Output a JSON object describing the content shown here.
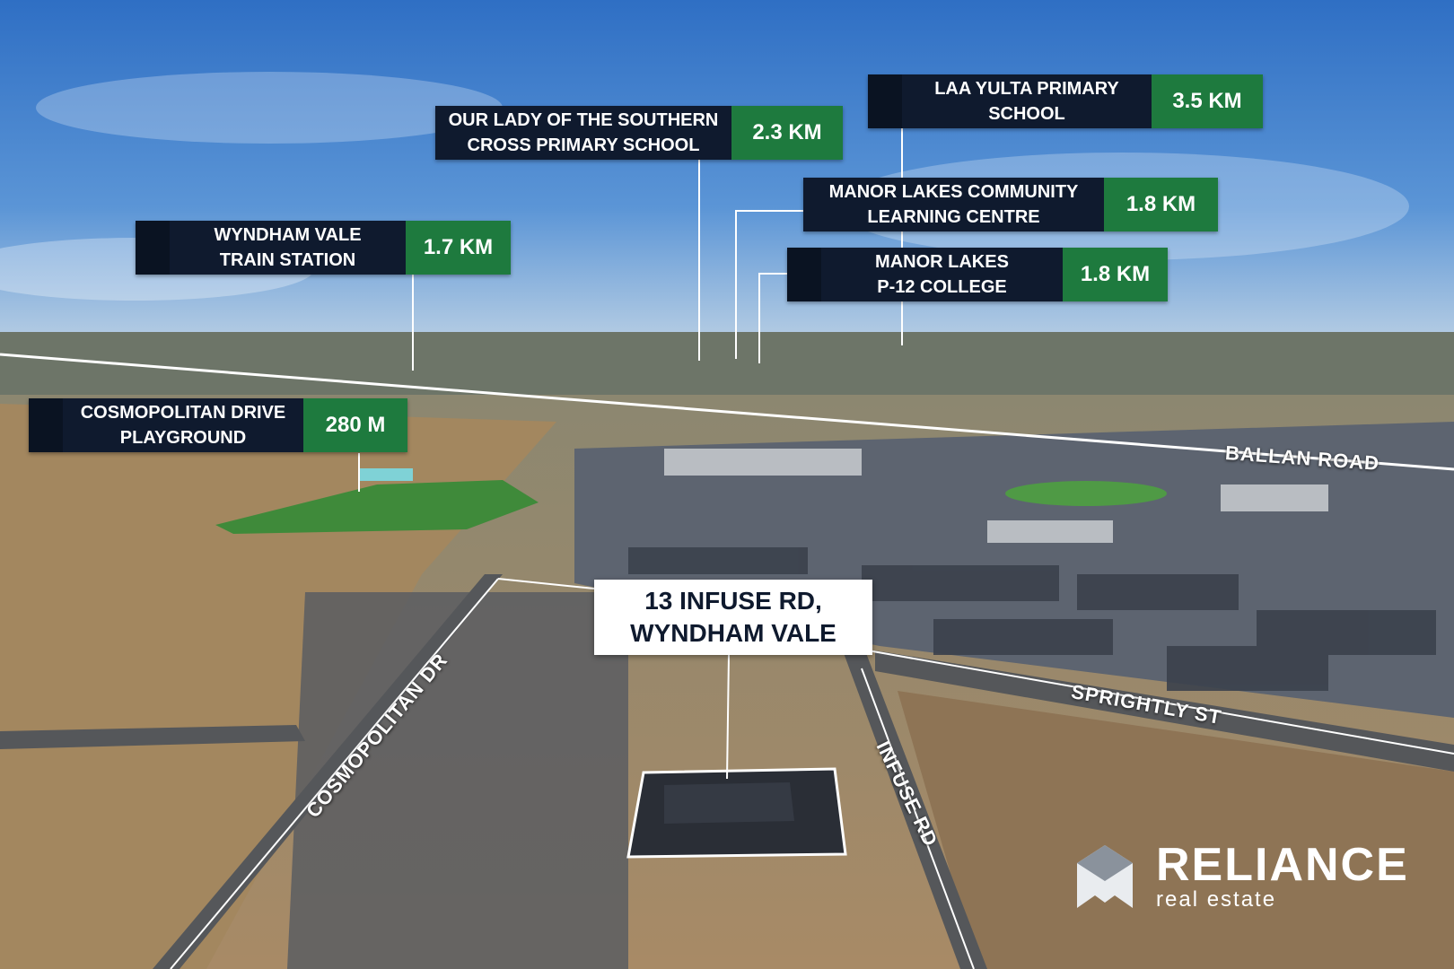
{
  "callouts": [
    {
      "name": "Our Lady of the Southern\nCross Primary School",
      "distance": "2.3 KM"
    },
    {
      "name": "LAA YULTA PRIMARY\nSCHOOL",
      "distance": "3.5 KM"
    },
    {
      "name": "MANOR LAKES COMMUNITY\nLEARNING CENTRE",
      "distance": "1.8 KM"
    },
    {
      "name": "WYNDHAM VALE\nTRAIN STATION",
      "distance": "1.7 KM"
    },
    {
      "name": "MANOR LAKES\nP-12 COLLEGE",
      "distance": "1.8 KM"
    },
    {
      "name": "COSMOPOLITAN DRIVE\nPLAYGROUND",
      "distance": "280 M"
    }
  ],
  "address": {
    "line1": "13 INFUSE RD,",
    "line2": "WYNDHAM VALE"
  },
  "roads": {
    "ballan": "BALLAN ROAD",
    "sprightly": "SPRIGHTLY ST",
    "cosmopolitan": "COSMOPOLITAN DR",
    "infuse": "INFUSE RD"
  },
  "logo": {
    "brand": "RELIANCE",
    "tagline": "real estate"
  },
  "colors": {
    "navy": "#0f1a2e",
    "green": "#1e7a3e",
    "white": "#ffffff"
  }
}
